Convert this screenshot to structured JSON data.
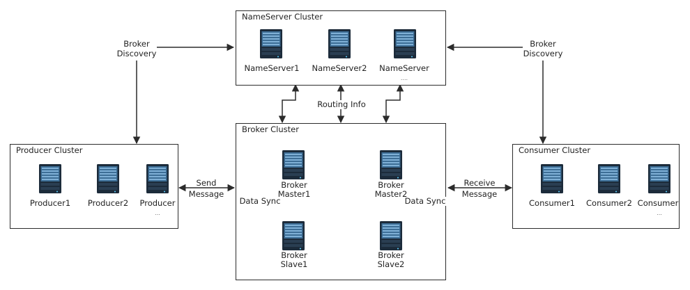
{
  "nameserver_cluster": {
    "title": "NameServer Cluster",
    "servers": [
      "NameServer1",
      "NameServer2",
      "NameServer"
    ],
    "ellipsis": "...."
  },
  "broker_cluster": {
    "title": "Broker Cluster",
    "master1": [
      "Broker",
      "Master1"
    ],
    "master2": [
      "Broker",
      "Master2"
    ],
    "slave1": [
      "Broker",
      "Slave1"
    ],
    "slave2": [
      "Broker",
      "Slave2"
    ],
    "sync_left": "Data Sync",
    "sync_right": "Data Sync"
  },
  "producer_cluster": {
    "title": "Producer Cluster",
    "servers": [
      "Producer1",
      "Producer2",
      "Producer"
    ],
    "ellipsis": "..."
  },
  "consumer_cluster": {
    "title": "Consumer Cluster",
    "servers": [
      "Consumer1",
      "Consumer2",
      "Consumer"
    ],
    "ellipsis": "..."
  },
  "edges": {
    "broker_discovery_left": [
      "Broker",
      "Discovery"
    ],
    "broker_discovery_right": [
      "Broker",
      "Discovery"
    ],
    "routing_info": "Routing Info",
    "send_message": [
      "Send",
      "Message"
    ],
    "receive_message": [
      "Receive",
      "Message"
    ]
  },
  "colors": {
    "server_body": "#1c2b3a",
    "server_panel": "#3d6e96",
    "server_stripe": "#7fb0d6",
    "line": "#2b2b2b"
  }
}
